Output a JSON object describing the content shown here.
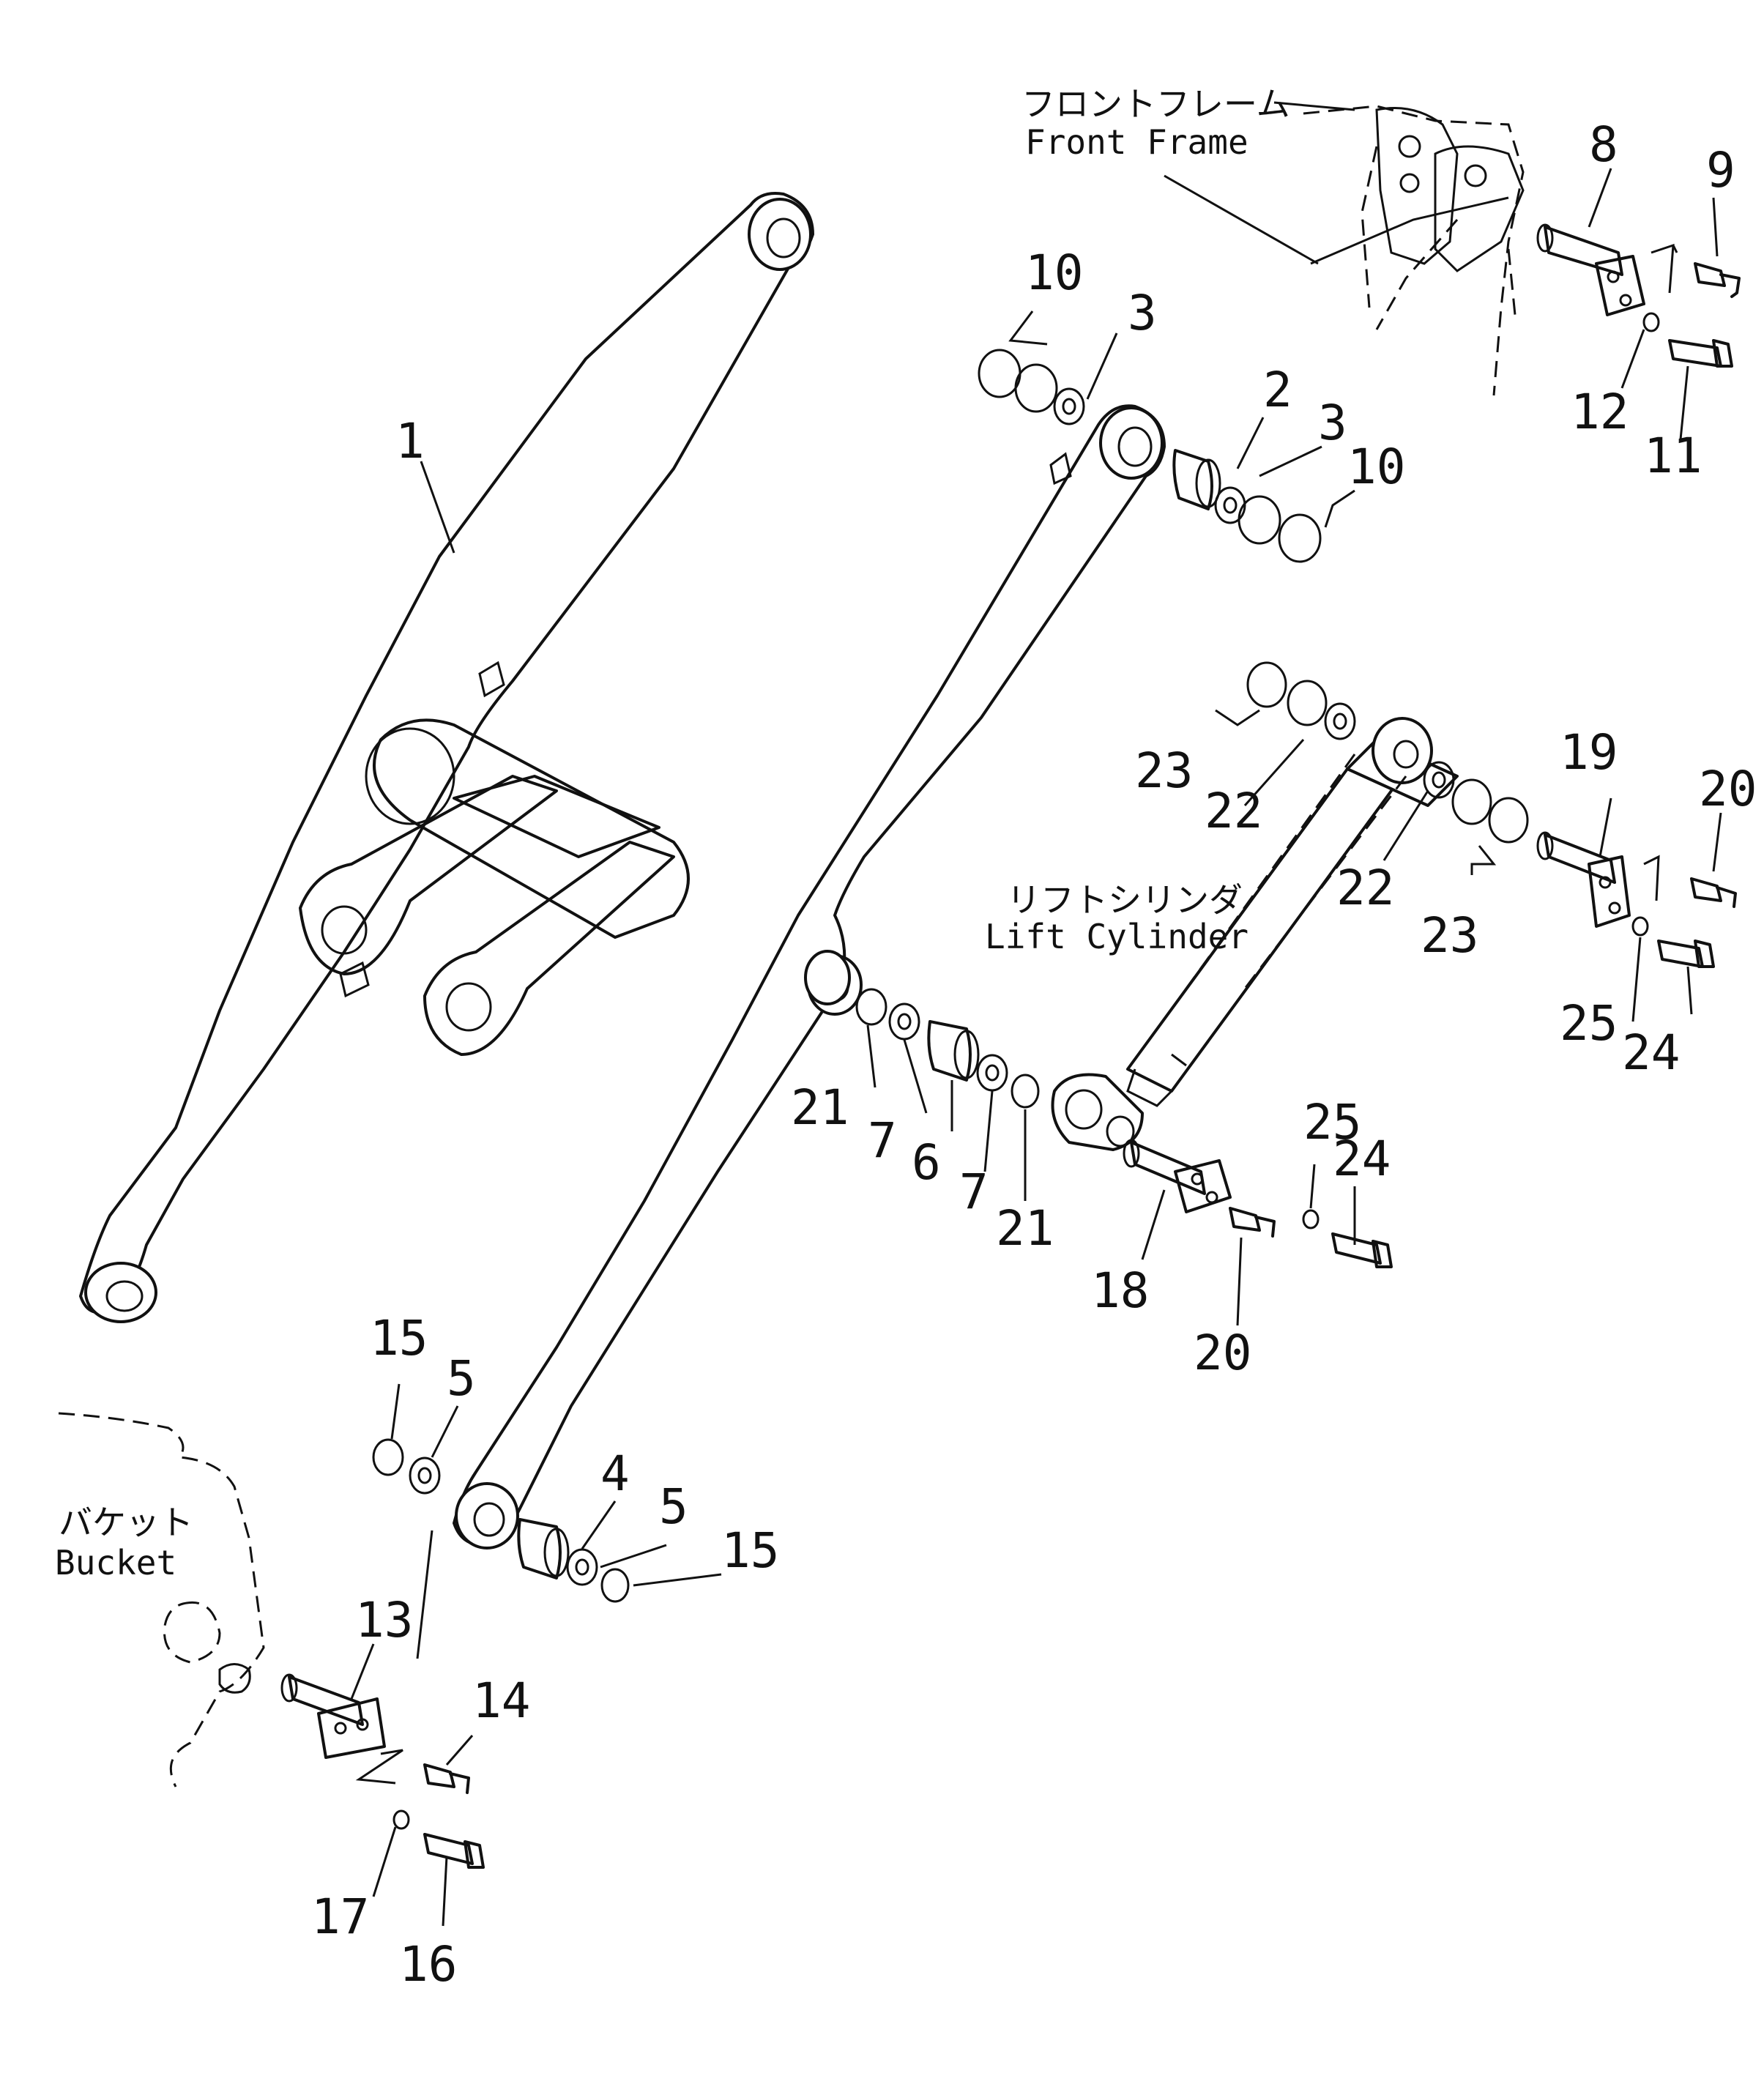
{
  "labels": {
    "front_frame_jp": "フロントフレーム",
    "front_frame_en": "Front Frame",
    "lift_cylinder_jp": "リフトシリンダ",
    "lift_cylinder_en": "Lift Cylinder",
    "bucket_jp": "バケット",
    "bucket_en": "Bucket"
  },
  "part_numbers": {
    "p1": "1",
    "p2": "2",
    "p3a": "3",
    "p3b": "3",
    "p4": "4",
    "p5a": "5",
    "p5b": "5",
    "p6": "6",
    "p7a": "7",
    "p7b": "7",
    "p8": "8",
    "p9": "9",
    "p10a": "10",
    "p10b": "10",
    "p11": "11",
    "p12": "12",
    "p13": "13",
    "p14": "14",
    "p15a": "15",
    "p15b": "15",
    "p16": "16",
    "p17": "17",
    "p18": "18",
    "p19": "19",
    "p20a": "20",
    "p20b": "20",
    "p21a": "21",
    "p21b": "21",
    "p22a": "22",
    "p22b": "22",
    "p23a": "23",
    "p23b": "23",
    "p24a": "24",
    "p24b": "24",
    "p25a": "25",
    "p25b": "25"
  }
}
